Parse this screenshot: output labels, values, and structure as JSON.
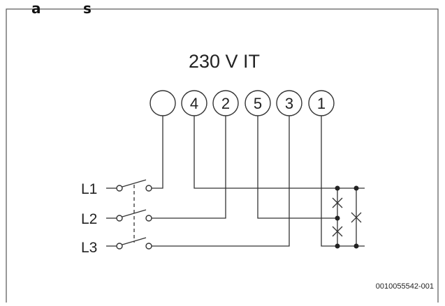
{
  "corner_labels": [
    "a",
    "s"
  ],
  "title": "230 V IT",
  "terminals": [
    "",
    "4",
    "2",
    "5",
    "3",
    "1"
  ],
  "phases": [
    "L1",
    "L2",
    "L3"
  ],
  "doc_code": "0010055542-001"
}
